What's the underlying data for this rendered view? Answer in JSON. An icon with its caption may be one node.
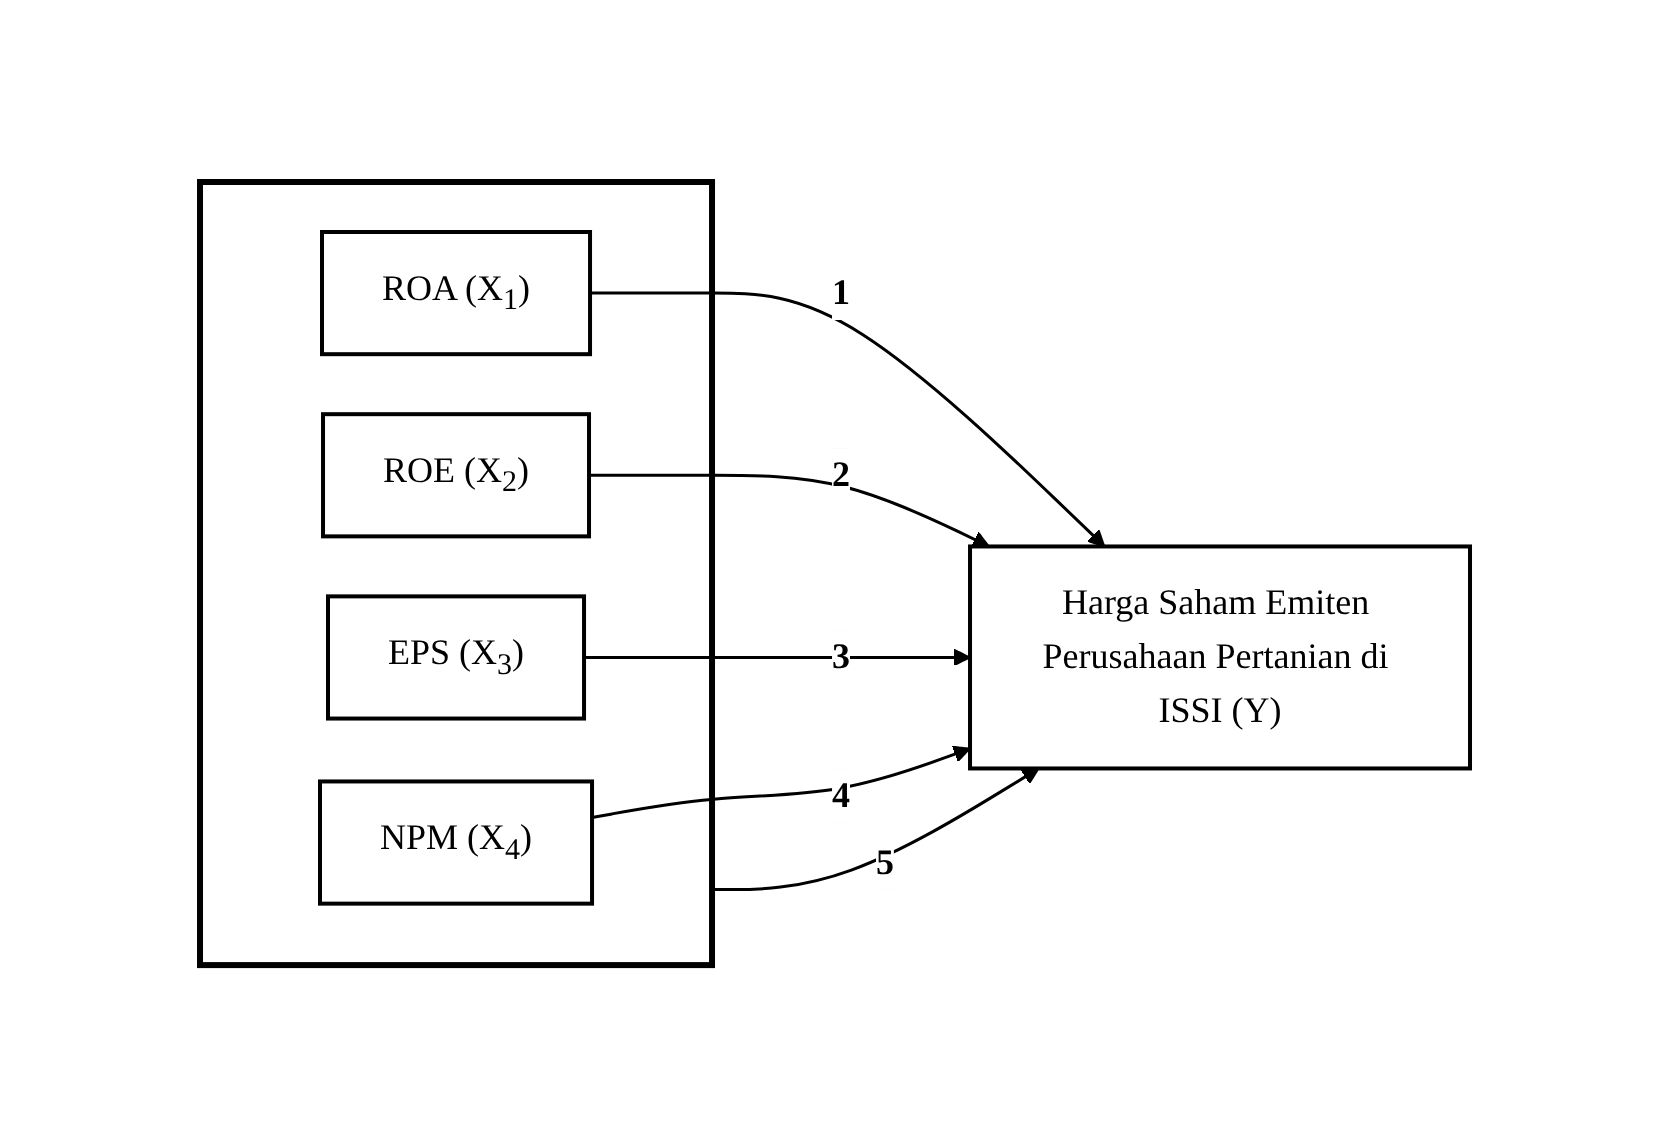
{
  "diagram": {
    "nodes": [
      {
        "text": [],
        "shape": "box"
      },
      {
        "text": [
          "ROA (X$_{1}$)"
        ],
        "in": 0
      },
      {
        "text": [
          "ROE (X$_{2}$)"
        ],
        "in": 0
      },
      {
        "text": [
          "EPS (X$_{3}$)"
        ],
        "in": 0
      },
      {
        "text": [
          "NPM (X$_{4}$)"
        ],
        "in": 0
      },
      {
        "text": [
          "Harga Saham Emiten Perusahaan Pertanian di ISSI (Y)"
        ]
      }
    ],
    "edges": [
      {
        "from": 1,
        "to": 5,
        "arrow": "to",
        "label": "1"
      },
      {
        "from": 2,
        "to": 5,
        "arrow": "to",
        "label": "2"
      },
      {
        "from": 3,
        "to": 5,
        "arrow": "to",
        "label": "3"
      },
      {
        "from": 4,
        "to": 5,
        "arrow": "to",
        "label": "4"
      },
      {
        "from": 0,
        "to": 5,
        "arrow": "to",
        "label": "5"
      }
    ]
  }
}
